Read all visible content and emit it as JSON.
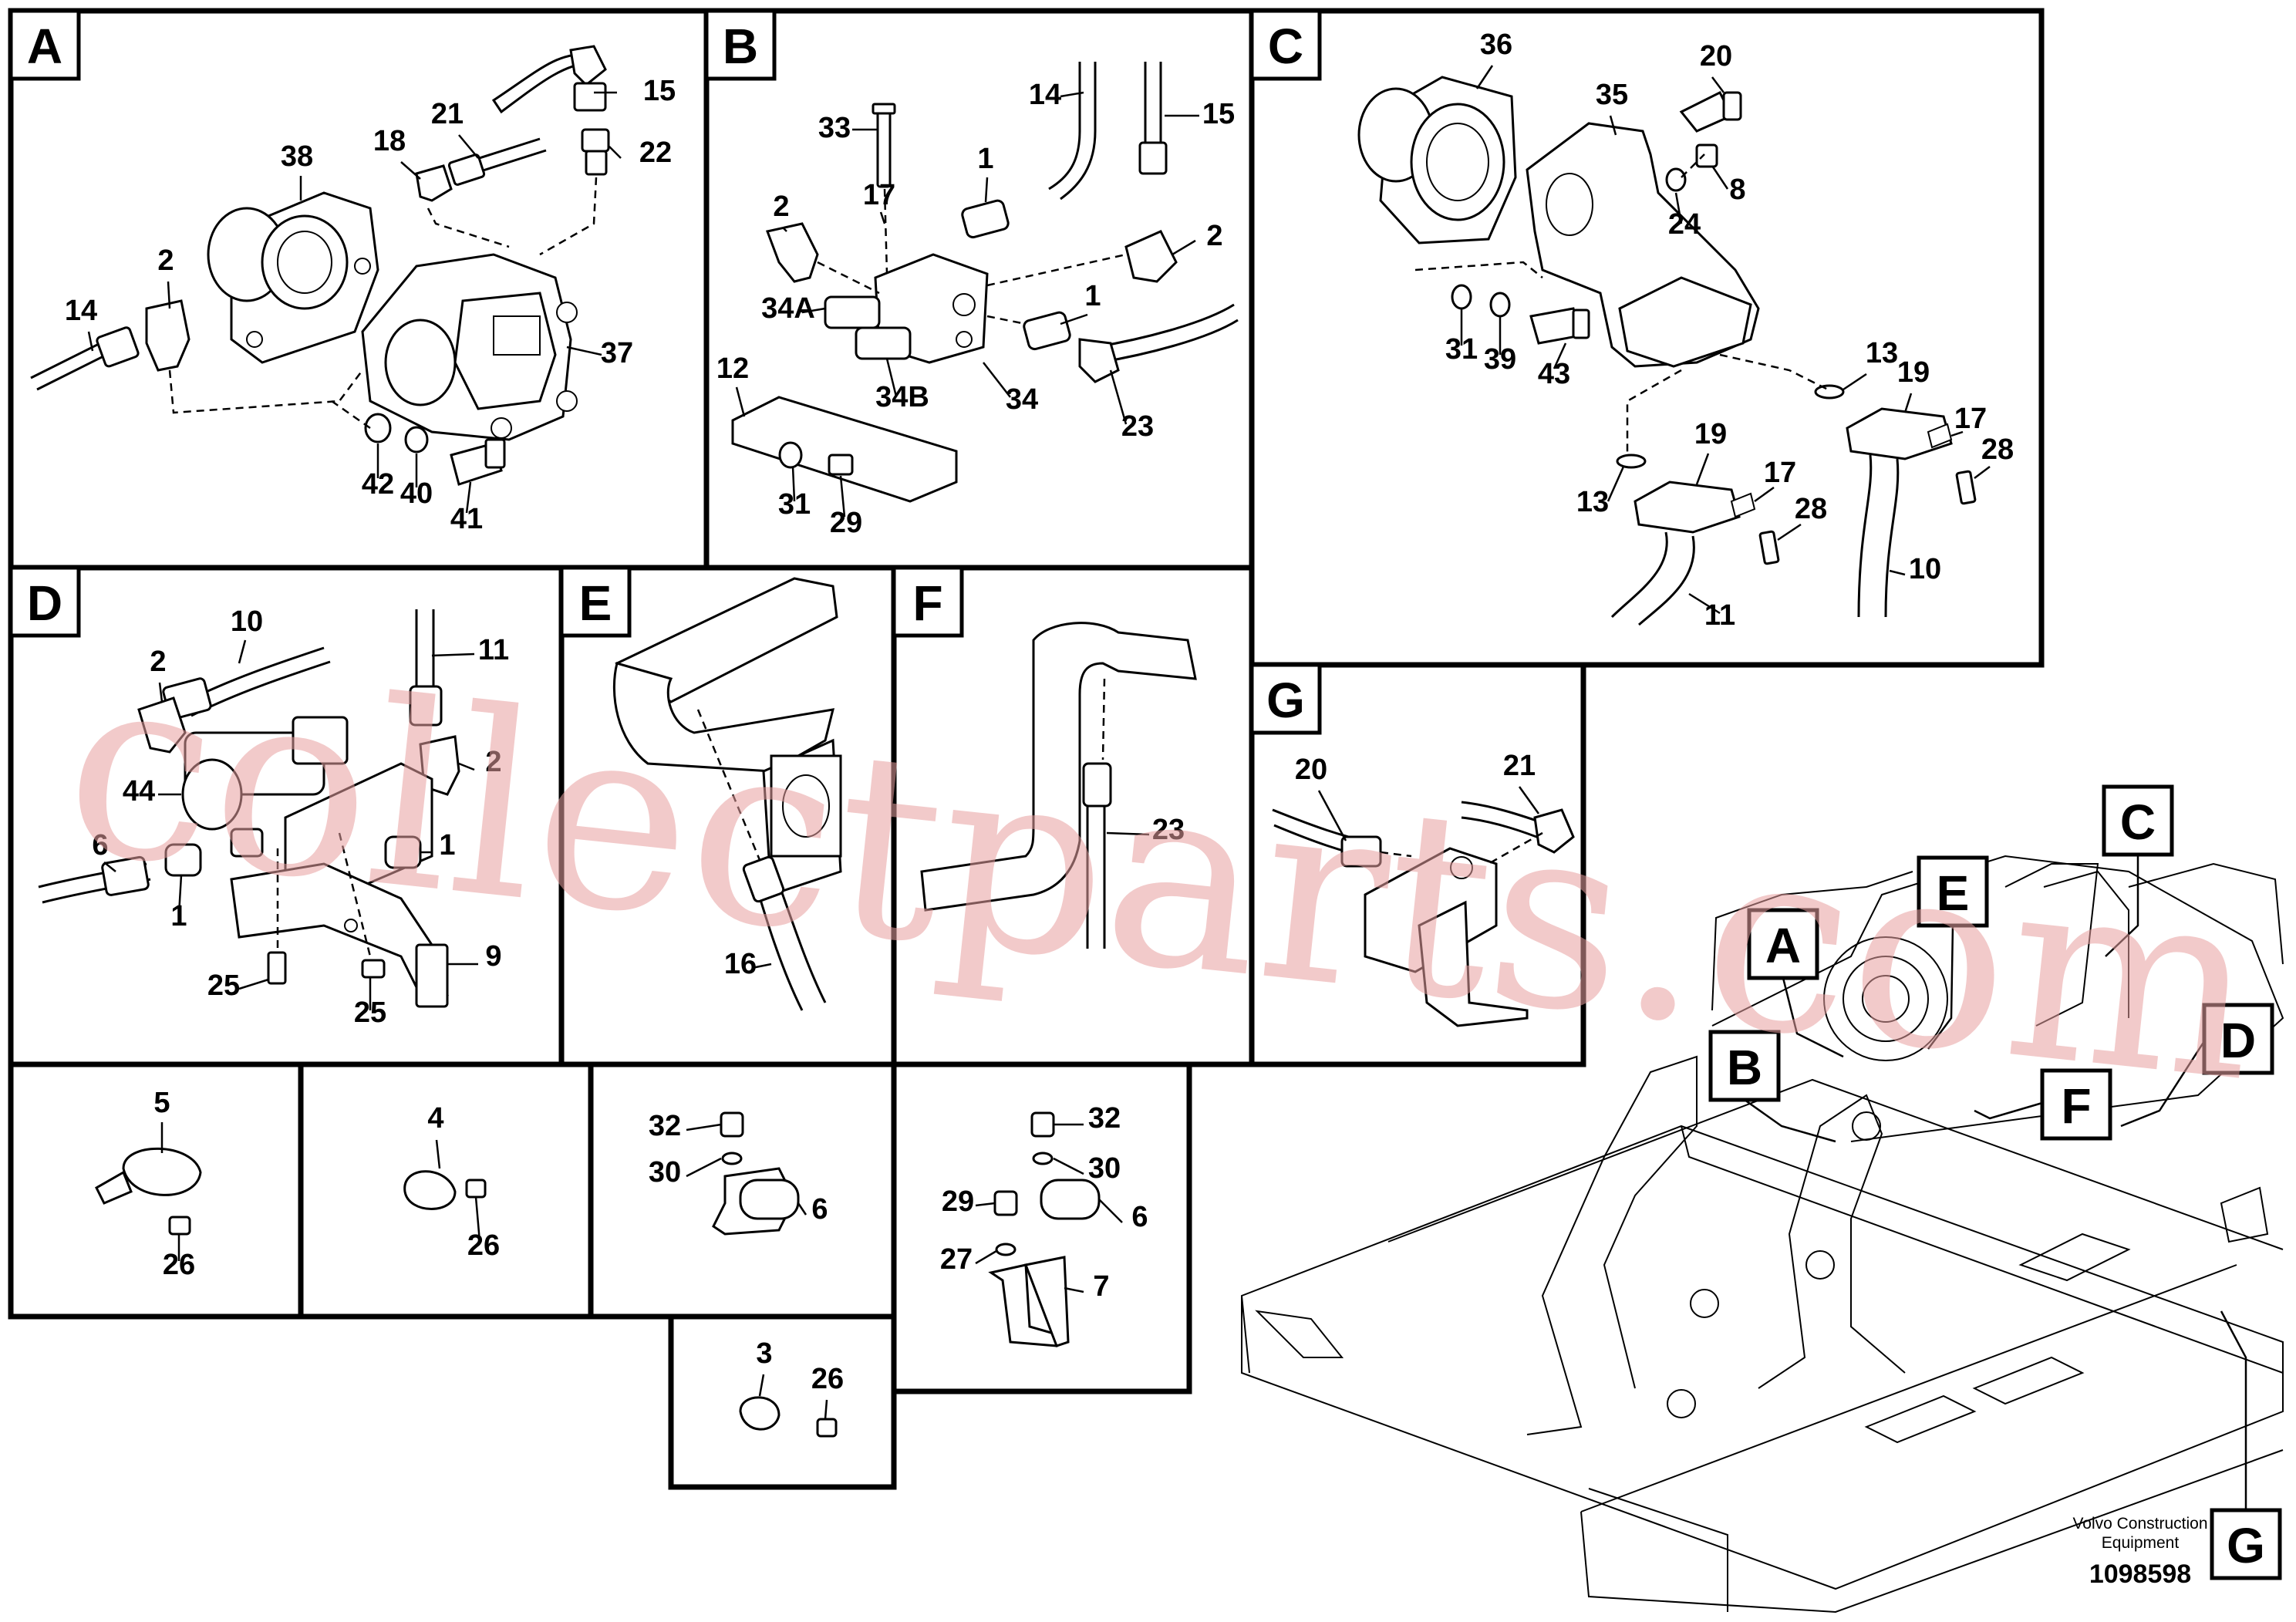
{
  "panels": {
    "A": "A",
    "B": "B",
    "C": "C",
    "D": "D",
    "E": "E",
    "F": "F",
    "G": "G"
  },
  "overview_tags": {
    "A": "A",
    "B": "B",
    "C": "C",
    "D": "D",
    "E": "E",
    "F": "F",
    "G": "G"
  },
  "callouts": {
    "panel_a": [
      "15",
      "21",
      "18",
      "22",
      "38",
      "2",
      "14",
      "37",
      "42",
      "40",
      "41"
    ],
    "panel_b": [
      "14",
      "15",
      "33",
      "1",
      "2",
      "17",
      "2",
      "34A",
      "1",
      "34B",
      "34",
      "12",
      "23",
      "31",
      "29"
    ],
    "panel_c": [
      "36",
      "20",
      "35",
      "8",
      "24",
      "31",
      "39",
      "43",
      "13",
      "19",
      "17",
      "28",
      "19",
      "17",
      "13",
      "28",
      "10",
      "11"
    ],
    "panel_d": [
      "10",
      "11",
      "2",
      "2",
      "44",
      "6",
      "1",
      "1",
      "9",
      "25",
      "25"
    ],
    "panel_e": [
      "16"
    ],
    "panel_f": [
      "23"
    ],
    "panel_g": [
      "20",
      "21"
    ],
    "detail_clamps": [
      "5",
      "26",
      "4",
      "26",
      "32",
      "30",
      "6",
      "32",
      "30",
      "29",
      "6",
      "27",
      "7",
      "3",
      "26"
    ]
  },
  "footer": {
    "brand_line1": "Volvo Construction",
    "brand_line2": "Equipment",
    "doc_number": "1098598"
  },
  "watermark": "collectparts.com"
}
